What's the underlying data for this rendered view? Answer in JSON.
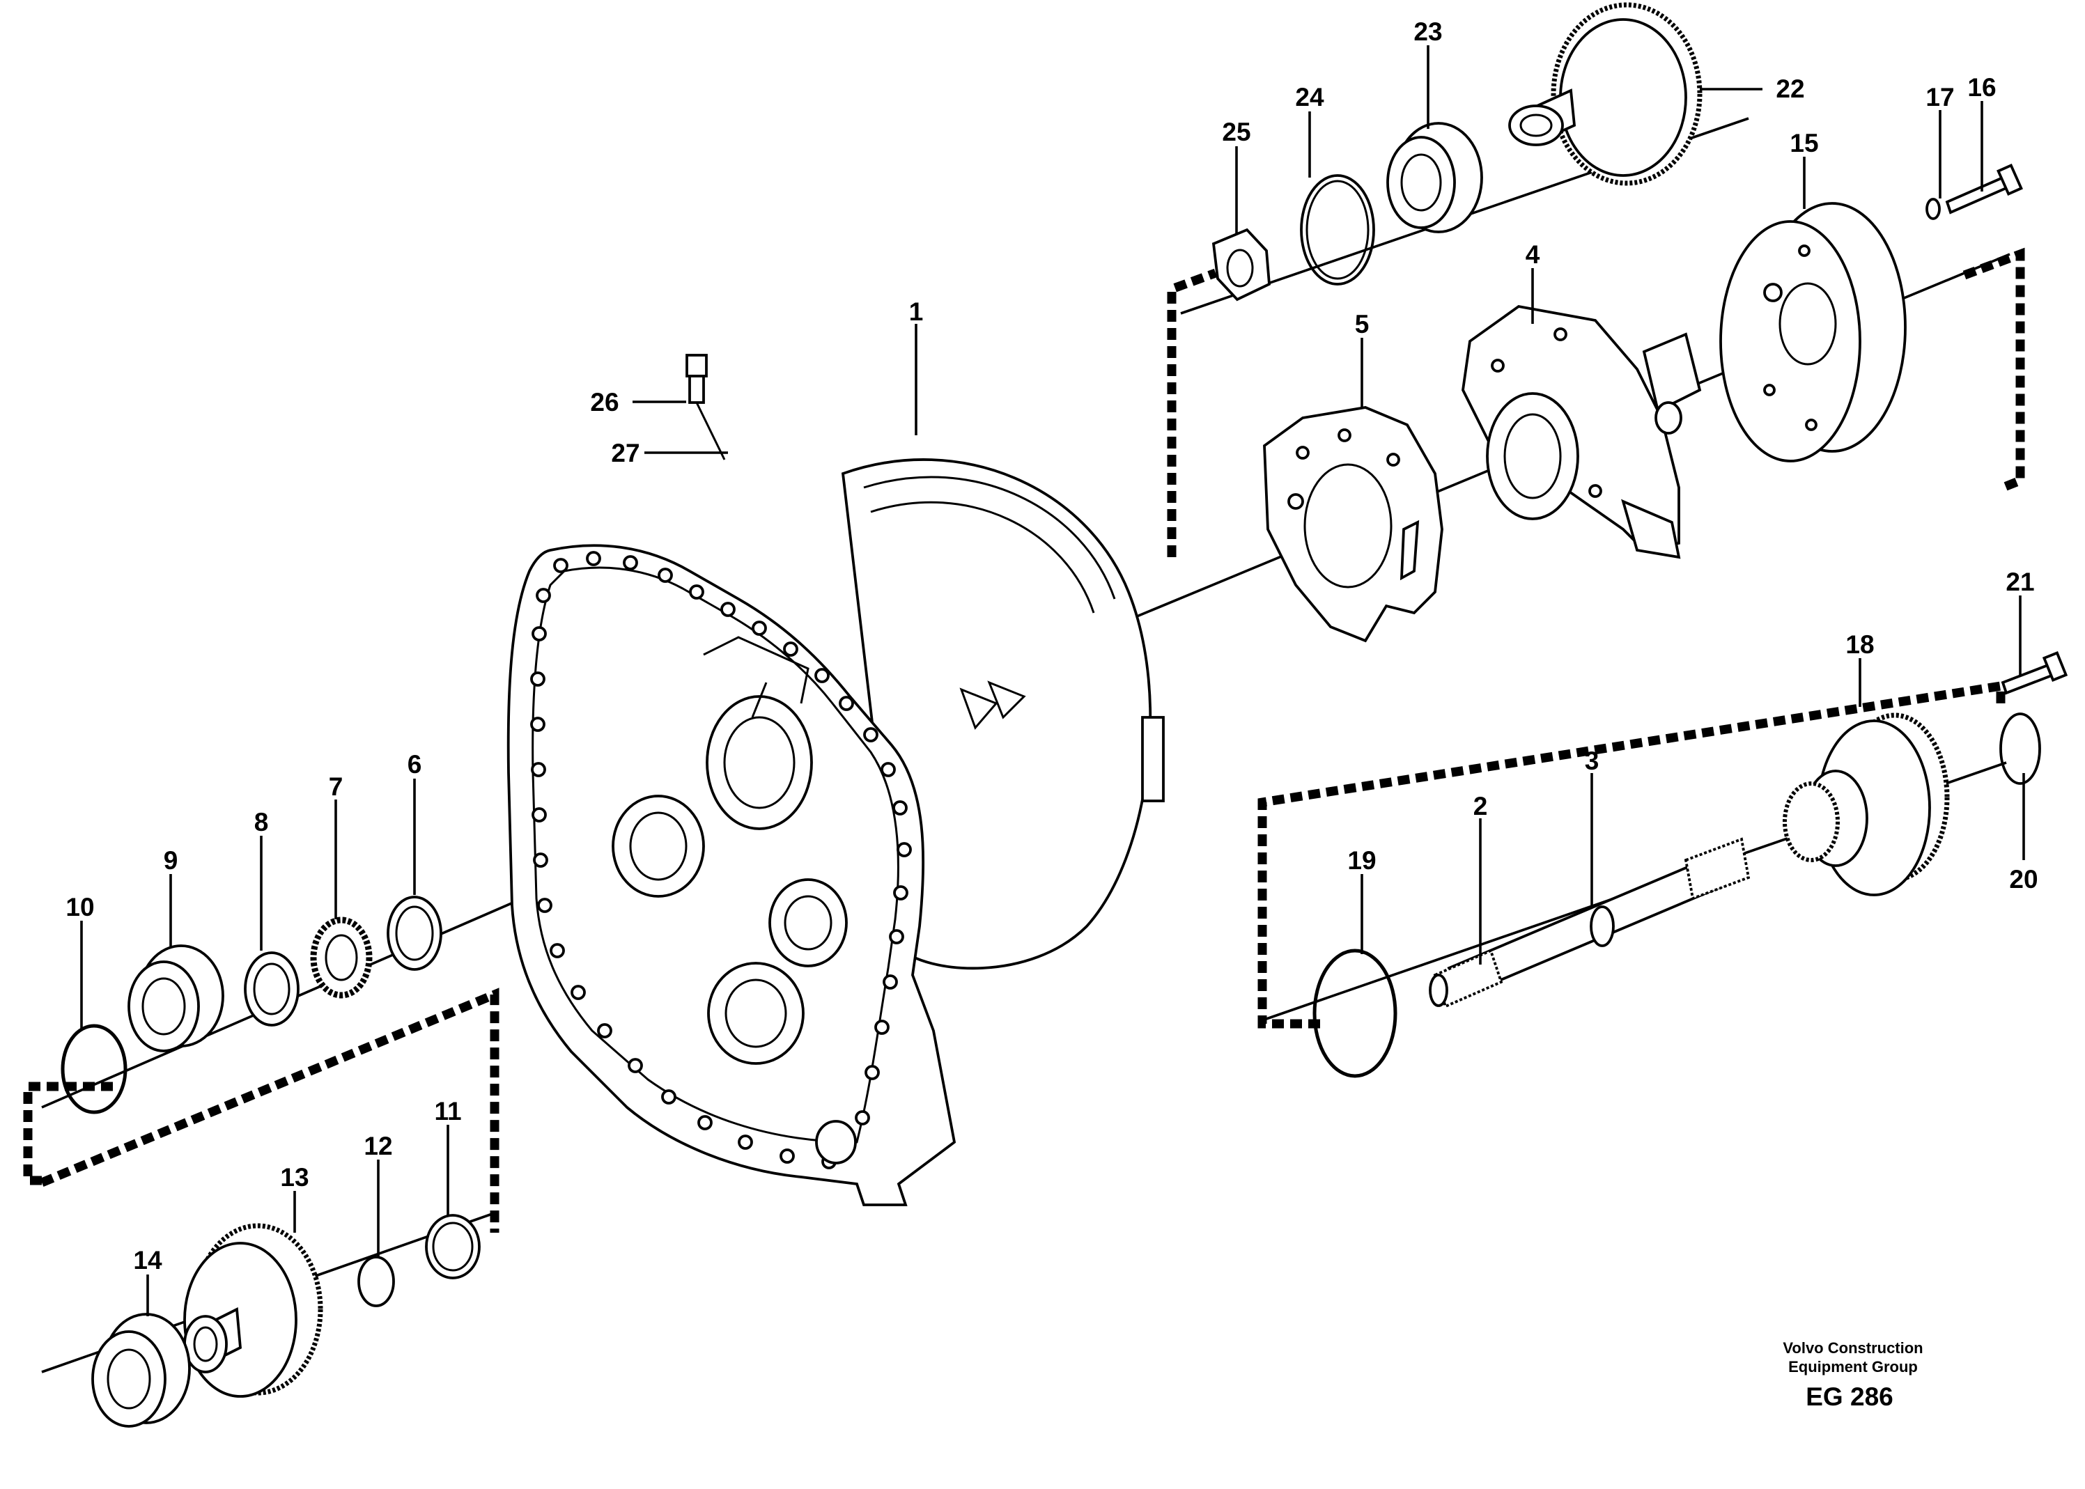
{
  "diagram": {
    "callouts": [
      "1",
      "2",
      "3",
      "4",
      "5",
      "6",
      "7",
      "8",
      "9",
      "10",
      "11",
      "12",
      "13",
      "14",
      "15",
      "16",
      "17",
      "18",
      "19",
      "20",
      "21",
      "22",
      "23",
      "24",
      "25",
      "26",
      "27"
    ],
    "footer": {
      "company_line1": "Volvo Construction",
      "company_line2": "Equipment Group",
      "figure_code": "EG 286"
    }
  }
}
